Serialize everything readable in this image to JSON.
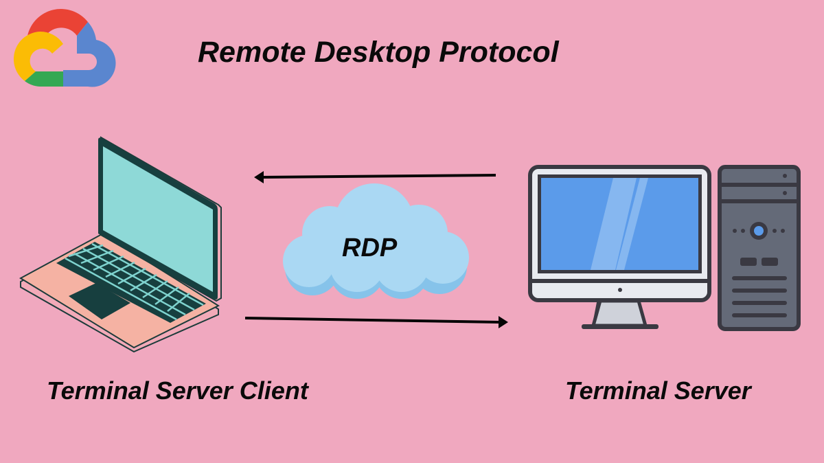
{
  "title": "Remote Desktop Protocol",
  "logo": {
    "icon": "google-cloud-logo-icon",
    "colors": {
      "red": "#ea4335",
      "yellow": "#fbbc05",
      "green": "#34a853",
      "blue": "#4285f4"
    }
  },
  "nodes": {
    "client": {
      "label": "Terminal Server Client",
      "icon": "laptop-icon"
    },
    "server": {
      "label": "Terminal Server",
      "icon": "desktop-computer-icon"
    }
  },
  "protocol": {
    "label": "RDP",
    "icon": "cloud-icon"
  },
  "edges": [
    {
      "from": "server",
      "to": "client",
      "direction": "left"
    },
    {
      "from": "client",
      "to": "server",
      "direction": "right"
    }
  ],
  "colors": {
    "background": "#f0a8bf",
    "text": "#0a0a0a",
    "cloud": "#a9d8f2",
    "cloud_shadow": "#86c3ea",
    "monitor_screen": "#5b9bea"
  }
}
